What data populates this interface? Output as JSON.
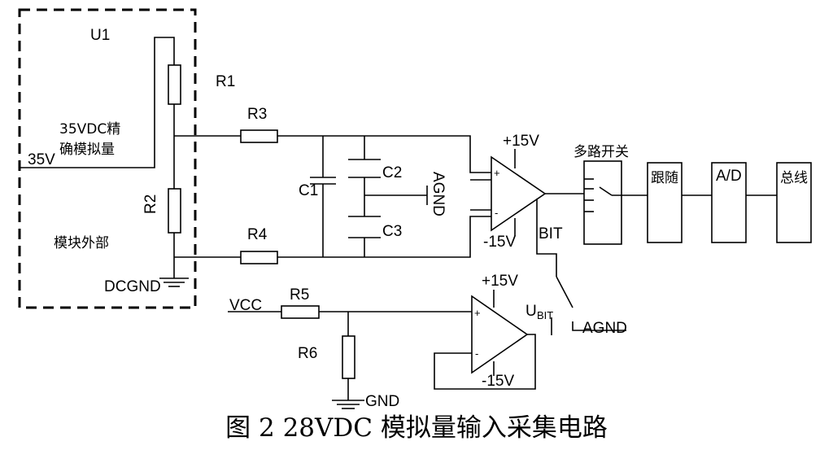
{
  "module": {
    "designator": "U1",
    "input_desc_line1": "35VDC精",
    "input_desc_line2": "确模拟量",
    "input_label": "35V",
    "outside_label": "模块外部",
    "ground_label": "DCGND"
  },
  "resistors": {
    "r1": "R1",
    "r2": "R2",
    "r3": "R3",
    "r4": "R4",
    "r5": "R5",
    "r6": "R6"
  },
  "capacitors": {
    "c1": "C1",
    "c2": "C2",
    "c3": "C3"
  },
  "nets": {
    "agnd_mid": "AGND",
    "vplus": "+15V",
    "vminus": "-15V",
    "bit": "BIT",
    "agnd_switch": "AGND",
    "vcc": "VCC",
    "gnd": "GND",
    "vplus2": "+15V",
    "vminus2": "-15V",
    "ubit_main": "U",
    "ubit_sub": "BIT"
  },
  "opamp_pins": {
    "plus": "+",
    "minus": "-"
  },
  "blocks": {
    "mux": "多路开关",
    "follower": "跟随",
    "adc": "A/D",
    "bus": "总线"
  },
  "caption": "图 2 28VDC 模拟量输入采集电路"
}
